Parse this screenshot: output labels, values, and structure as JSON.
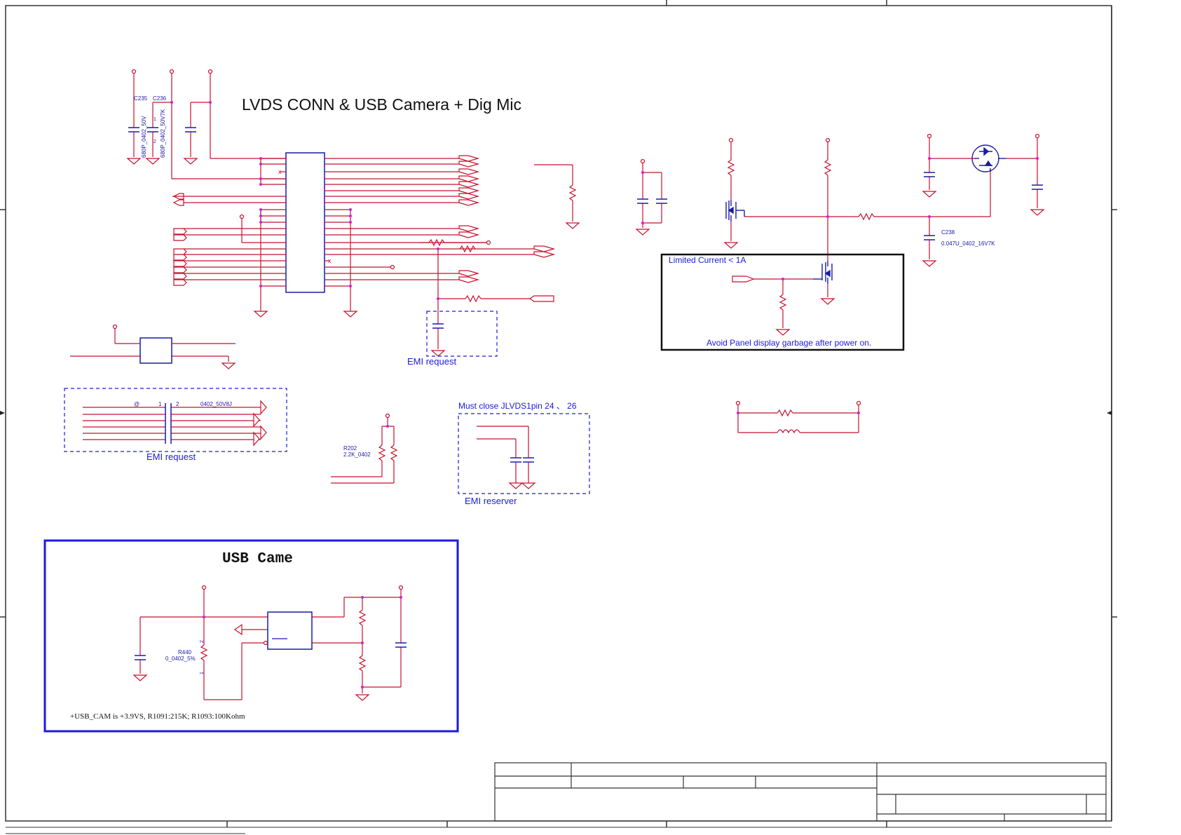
{
  "title": "LVDS CONN & USB Camera + Dig Mic",
  "components": {
    "c235_ref": "C235",
    "c236_ref": "C236",
    "c235_value": "680P_0402_50V",
    "c236_value": "680P_0402_50V7K",
    "pin1": "1",
    "pin2": "2",
    "c238_ref": "C238",
    "c238_value": "0.047U_0402_16V7K",
    "r202_ref": "R202",
    "r202_value": "2.2K_0402",
    "r440_ref": "R440",
    "r440_value": "0_0402_5%",
    "emi_array_value": "0402_50V8J",
    "emi_array_ref": "@",
    "nc_mark": "x"
  },
  "notes": {
    "limited_current": "Limited Current < 1A",
    "avoid_garbage": "Avoid Panel display garbage after power on.",
    "emi_request_1": "EMI request",
    "emi_request_2": "EMI request",
    "must_close": "Must close JLVDS1pin 24 、 26",
    "emi_reserver": "EMI reserver"
  },
  "usb_block": {
    "title": "USB Came",
    "note": "+USB_CAM is +3.9VS,  R1091:215K; R1093:100Kohm"
  },
  "colors": {
    "wire": "#c8102e",
    "symbol": "#1a1aa6",
    "junction": "#d020d0",
    "note": "#1a1adf",
    "frame": "#333333"
  }
}
